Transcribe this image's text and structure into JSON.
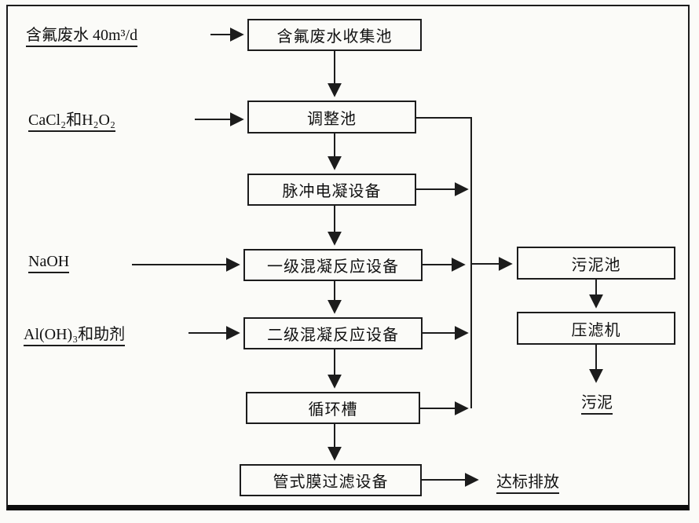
{
  "diagram": {
    "boxes": {
      "collection_tank": "含氟废水收集池",
      "adjustment_tank": "调整池",
      "pulse_electrocoagulation": "脉冲电凝设备",
      "primary_coagulation": "一级混凝反应设备",
      "secondary_coagulation": "二级混凝反应设备",
      "circulation_tank": "循环槽",
      "tubular_membrane_filtration": "管式膜过滤设备",
      "sludge_tank": "污泥池",
      "filter_press": "压滤机"
    },
    "inputs": {
      "fluoride_wastewater": "含氟废水 40m³/d",
      "cacl2_h2o2": "CaCl₂和H₂O₂",
      "naoh": "NaOH",
      "aloh3_additive": "Al(OH)₃和助剂"
    },
    "outputs": {
      "discharge": "达标排放",
      "sludge": "污泥"
    },
    "colors": {
      "line": "#1c1c1c",
      "background": "#fbfbf8"
    }
  }
}
